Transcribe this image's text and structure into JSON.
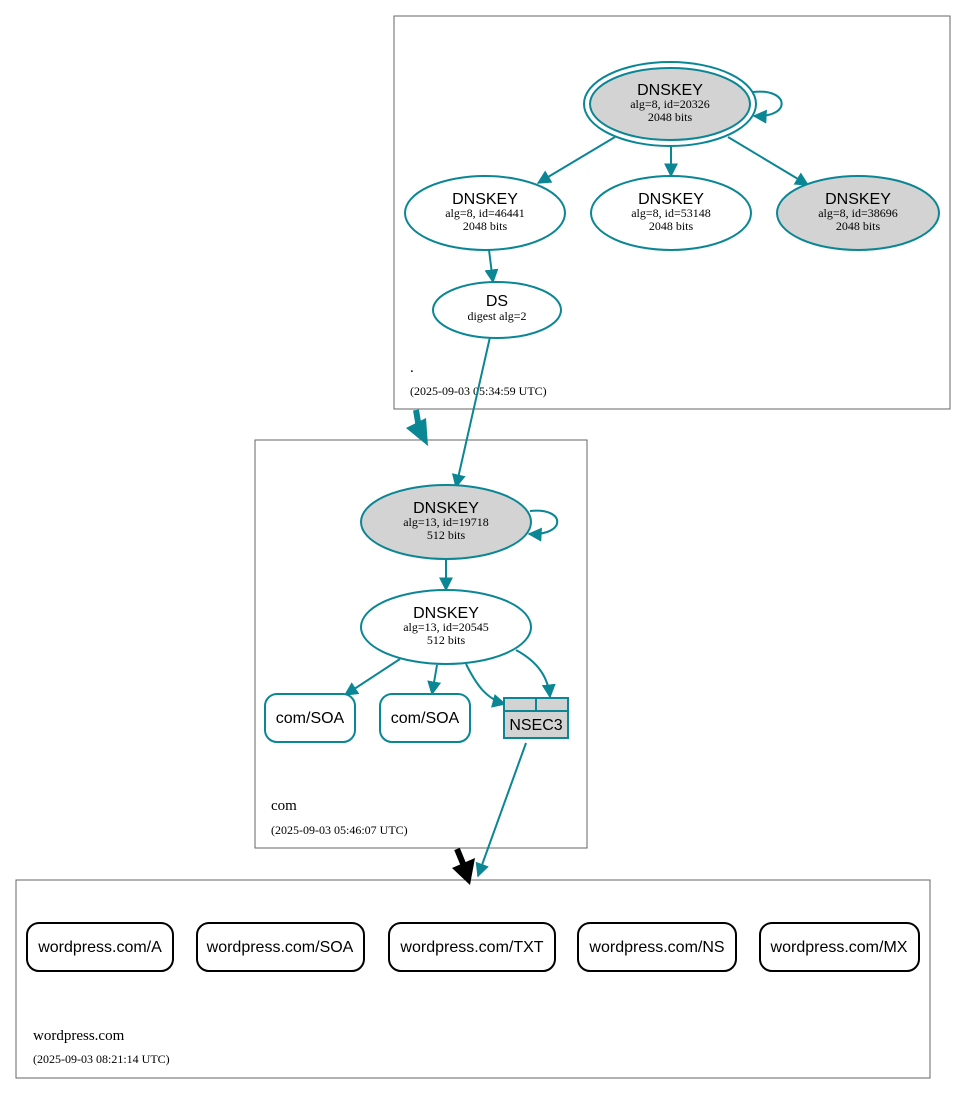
{
  "colors": {
    "edge": "#0a8694",
    "node_border": "#0a8694",
    "grey_fill": "#d3d3d3",
    "black": "#000000"
  },
  "zones": {
    "root": {
      "name": ".",
      "timestamp": "(2025-09-03 05:34:59 UTC)"
    },
    "com": {
      "name": "com",
      "timestamp": "(2025-09-03 05:46:07 UTC)"
    },
    "wordpress": {
      "name": "wordpress.com",
      "timestamp": "(2025-09-03 08:21:14 UTC)"
    }
  },
  "root_nodes": {
    "ksk": {
      "title": "DNSKEY",
      "line1": "alg=8, id=20326",
      "line2": "2048 bits"
    },
    "zsk_46441": {
      "title": "DNSKEY",
      "line1": "alg=8, id=46441",
      "line2": "2048 bits"
    },
    "zsk_53148": {
      "title": "DNSKEY",
      "line1": "alg=8, id=53148",
      "line2": "2048 bits"
    },
    "ksk_38696": {
      "title": "DNSKEY",
      "line1": "alg=8, id=38696",
      "line2": "2048 bits"
    },
    "ds": {
      "title": "DS",
      "line1": "digest alg=2"
    }
  },
  "com_nodes": {
    "ksk": {
      "title": "DNSKEY",
      "line1": "alg=13, id=19718",
      "line2": "512 bits"
    },
    "zsk": {
      "title": "DNSKEY",
      "line1": "alg=13, id=20545",
      "line2": "512 bits"
    },
    "soa_1": "com/SOA",
    "soa_2": "com/SOA",
    "nsec3": "NSEC3"
  },
  "wordpress_records": {
    "a": "wordpress.com/A",
    "soa": "wordpress.com/SOA",
    "txt": "wordpress.com/TXT",
    "ns": "wordpress.com/NS",
    "mx": "wordpress.com/MX"
  }
}
